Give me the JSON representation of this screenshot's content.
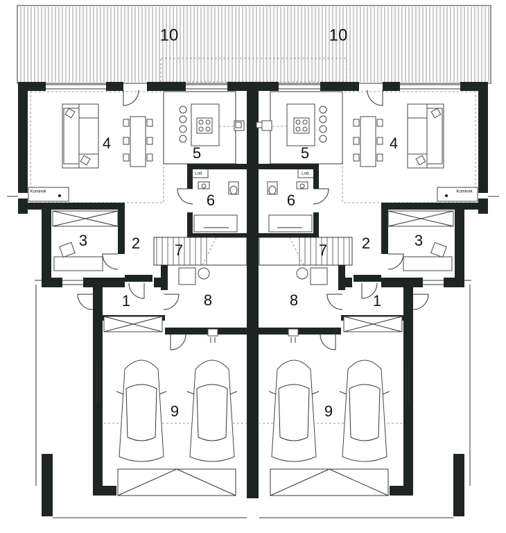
{
  "rooms_left": [
    {
      "key": "r1",
      "label": "1"
    },
    {
      "key": "r2",
      "label": "2"
    },
    {
      "key": "r3",
      "label": "3"
    },
    {
      "key": "r4",
      "label": "4"
    },
    {
      "key": "r5",
      "label": "5"
    },
    {
      "key": "r6",
      "label": "6"
    },
    {
      "key": "r7",
      "label": "7"
    },
    {
      "key": "r8",
      "label": "8"
    },
    {
      "key": "r9",
      "label": "9"
    },
    {
      "key": "r10",
      "label": "10"
    }
  ],
  "rooms_right": [
    {
      "key": "r1",
      "label": "1"
    },
    {
      "key": "r2",
      "label": "2"
    },
    {
      "key": "r3",
      "label": "3"
    },
    {
      "key": "r4",
      "label": "4"
    },
    {
      "key": "r5",
      "label": "5"
    },
    {
      "key": "r6",
      "label": "6"
    },
    {
      "key": "r7",
      "label": "7"
    },
    {
      "key": "r8",
      "label": "8"
    },
    {
      "key": "r9",
      "label": "9"
    },
    {
      "key": "r10",
      "label": "10"
    }
  ],
  "labels": {
    "fridge": "Lod.",
    "fireplace": "Kominek"
  },
  "colors": {
    "wall": "#1e2623",
    "line": "#333333"
  }
}
